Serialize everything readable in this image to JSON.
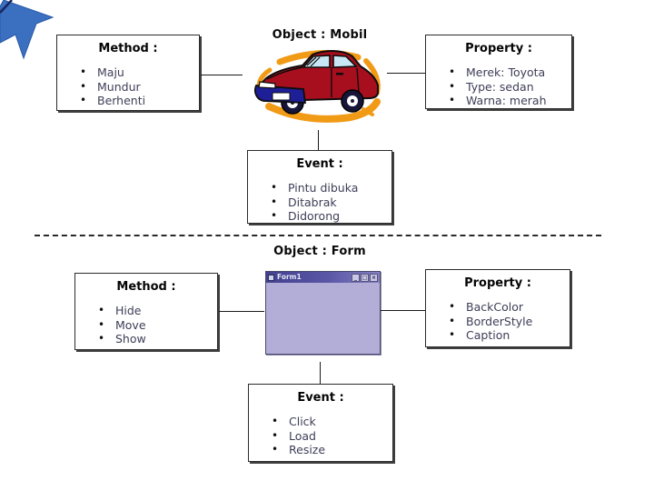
{
  "slide": {
    "sections": [
      {
        "object_title": "Object : Mobil",
        "method": {
          "heading": "Method :",
          "items": [
            "Maju",
            "Mundur",
            "Berhenti"
          ]
        },
        "property": {
          "heading": "Property :",
          "items": [
            "Merek: Toyota",
            "Type: sedan",
            "Warna: merah"
          ]
        },
        "event": {
          "heading": "Event :",
          "items": [
            "Pintu dibuka",
            "Ditabrak",
            "Didorong"
          ]
        }
      },
      {
        "object_title": "Object : Form",
        "method": {
          "heading": "Method :",
          "items": [
            "Hide",
            "Move",
            "Show"
          ]
        },
        "property": {
          "heading": "Property :",
          "items": [
            "BackColor",
            "BorderStyle",
            "Caption"
          ]
        },
        "event": {
          "heading": "Event :",
          "items": [
            "Click",
            "Load",
            "Resize"
          ]
        },
        "form_window": {
          "title": "Form1",
          "minimize_glyph": "_",
          "maximize_glyph": "□",
          "close_glyph": "×"
        }
      }
    ],
    "colors": {
      "arrow_accent": "#3b6fc0",
      "car_body": "#a80f1e",
      "car_bumper": "#1e1e96",
      "car_glow": "#f19a16",
      "form_titlebar": "#5a57a6",
      "form_body": "#b2aed8",
      "item_text": "#3e3e58"
    }
  }
}
